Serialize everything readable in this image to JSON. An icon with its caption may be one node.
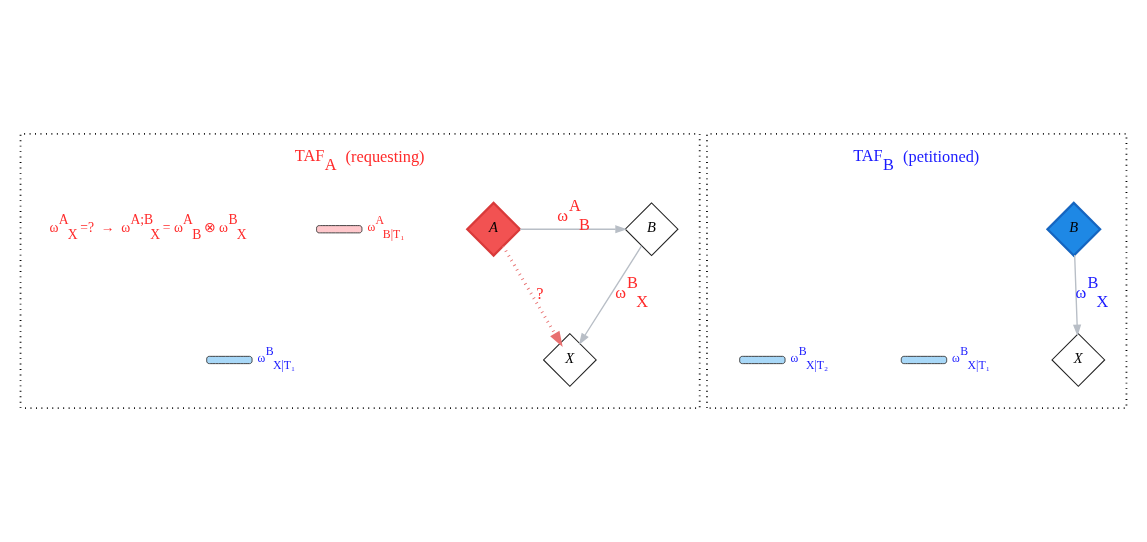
{
  "diagram": {
    "nodes": [
      {
        "text": [
          "TAF$_{A}$ (requesting)"
        ]
      },
      {
        "text": [
          "A"
        ],
        "in": 0
      },
      {
        "text": [
          "B"
        ],
        "in": 0
      },
      {
        "text": [
          "X"
        ],
        "in": 0
      },
      {
        "text": [],
        "shape": "bar",
        "beside": [
          "ω$^{A}$$_{B|T₁}$"
        ],
        "in": 0
      },
      {
        "text": [],
        "shape": "bar",
        "beside": [
          "ω$^{B}$$_{X|T₁}$"
        ],
        "in": 0
      },
      {
        "text": [
          "TAF$_{B}$ (petitioned)"
        ]
      },
      {
        "text": [
          "B"
        ],
        "in": 6
      },
      {
        "text": [
          "X"
        ],
        "in": 6
      },
      {
        "text": [],
        "shape": "bar",
        "beside": [
          "ω$^{B}$$_{X|T₁}$"
        ],
        "in": 6
      },
      {
        "text": [],
        "shape": "bar",
        "beside": [
          "ω$^{B}$$_{X|T₂}$"
        ],
        "in": 6
      }
    ],
    "edges": [
      {
        "from": 1,
        "to": 2,
        "arrow": "to",
        "label": "ω$^{A}$$_{B}$"
      },
      {
        "from": 2,
        "to": 3,
        "arrow": "to",
        "label": "ω$^{B}$$_{X}$"
      },
      {
        "from": 1,
        "to": 3,
        "arrow": "to",
        "label": "?",
        "style": "dashed",
        "color": "#e87070"
      },
      {
        "from": 7,
        "to": 8,
        "arrow": "to",
        "label": "ω$^{B}$$_{X}$"
      }
    ],
    "labels": [
      "ω$^{A}$$_{X}$ =?  →  ω$^{A;B}$$_{X}$ = ω$^{A}$$_{B}$ ⊗ ω$^{B}$$_{X}$"
    ]
  }
}
